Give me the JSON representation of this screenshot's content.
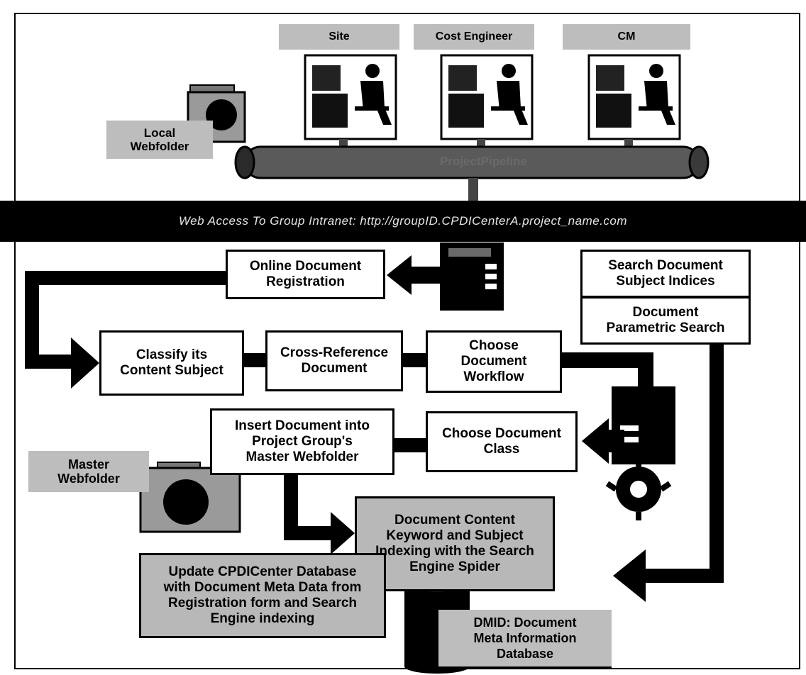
{
  "roles": [
    "Site",
    "Cost Engineer",
    "CM"
  ],
  "pipeline_label": "ProjectPipeline",
  "web_access": "Web Access To Group Intranet: http://groupID.CPDICenterA.project_name.com",
  "local_webfolder": [
    "Local",
    "Webfolder"
  ],
  "master_webfolder": [
    "Master",
    "Webfolder"
  ],
  "online_registration": [
    "Online Document",
    "Registration"
  ],
  "search_indices": [
    "Search Document",
    "Subject Indices"
  ],
  "parametric_search": [
    "Document",
    "Parametric Search"
  ],
  "classify": [
    "Classify its",
    "Content Subject"
  ],
  "cross_reference": [
    "Cross-Reference",
    "Document"
  ],
  "choose_workflow": [
    "Choose",
    "Document",
    "Workflow"
  ],
  "insert_document": [
    "Insert Document into",
    "Project Group's",
    "Master Webfolder"
  ],
  "choose_class": [
    "Choose Document",
    "Class"
  ],
  "keyword_indexing": [
    "Document Content",
    "Keyword and Subject",
    "Indexing with the Search",
    "Engine Spider"
  ],
  "update_database": [
    "Update CPDICenter Database",
    "with Document Meta Data from",
    "Registration form and Search",
    "Engine indexing"
  ],
  "dmid": [
    "DMID: Document",
    "Meta Information",
    "Database"
  ],
  "colors": {
    "ink": "#000000",
    "gray_box": "#b8b8b8",
    "gray_label": "#bdbdbd",
    "pipe": "#5a5a5a"
  }
}
